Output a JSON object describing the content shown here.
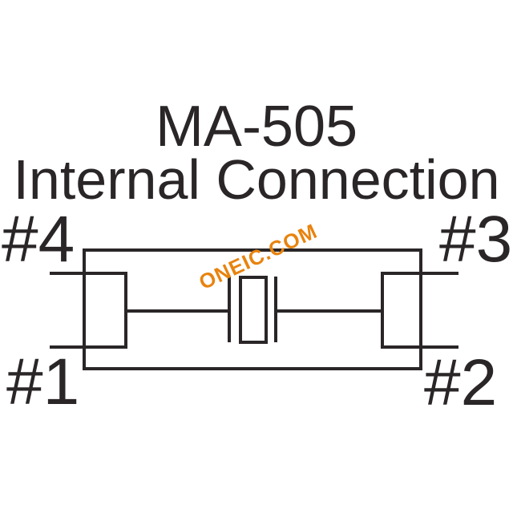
{
  "title": {
    "line1": "MA-505",
    "line2": "Internal Connection"
  },
  "watermark": {
    "text": "ONEIC.COM",
    "color": "#e8830e"
  },
  "pins": [
    {
      "label": "#4",
      "position": "top-left"
    },
    {
      "label": "#3",
      "position": "top-right"
    },
    {
      "label": "#1",
      "position": "bottom-left"
    },
    {
      "label": "#2",
      "position": "bottom-right"
    }
  ],
  "diagram": {
    "type": "schematic",
    "component": "crystal-resonator",
    "description": "Four-pad package outline with internal two-terminal crystal element connected between left pad pair (#4/#1) and right pad pair (#3/#2)",
    "ink_color": "#2a2627",
    "background_color": "#ffffff"
  }
}
